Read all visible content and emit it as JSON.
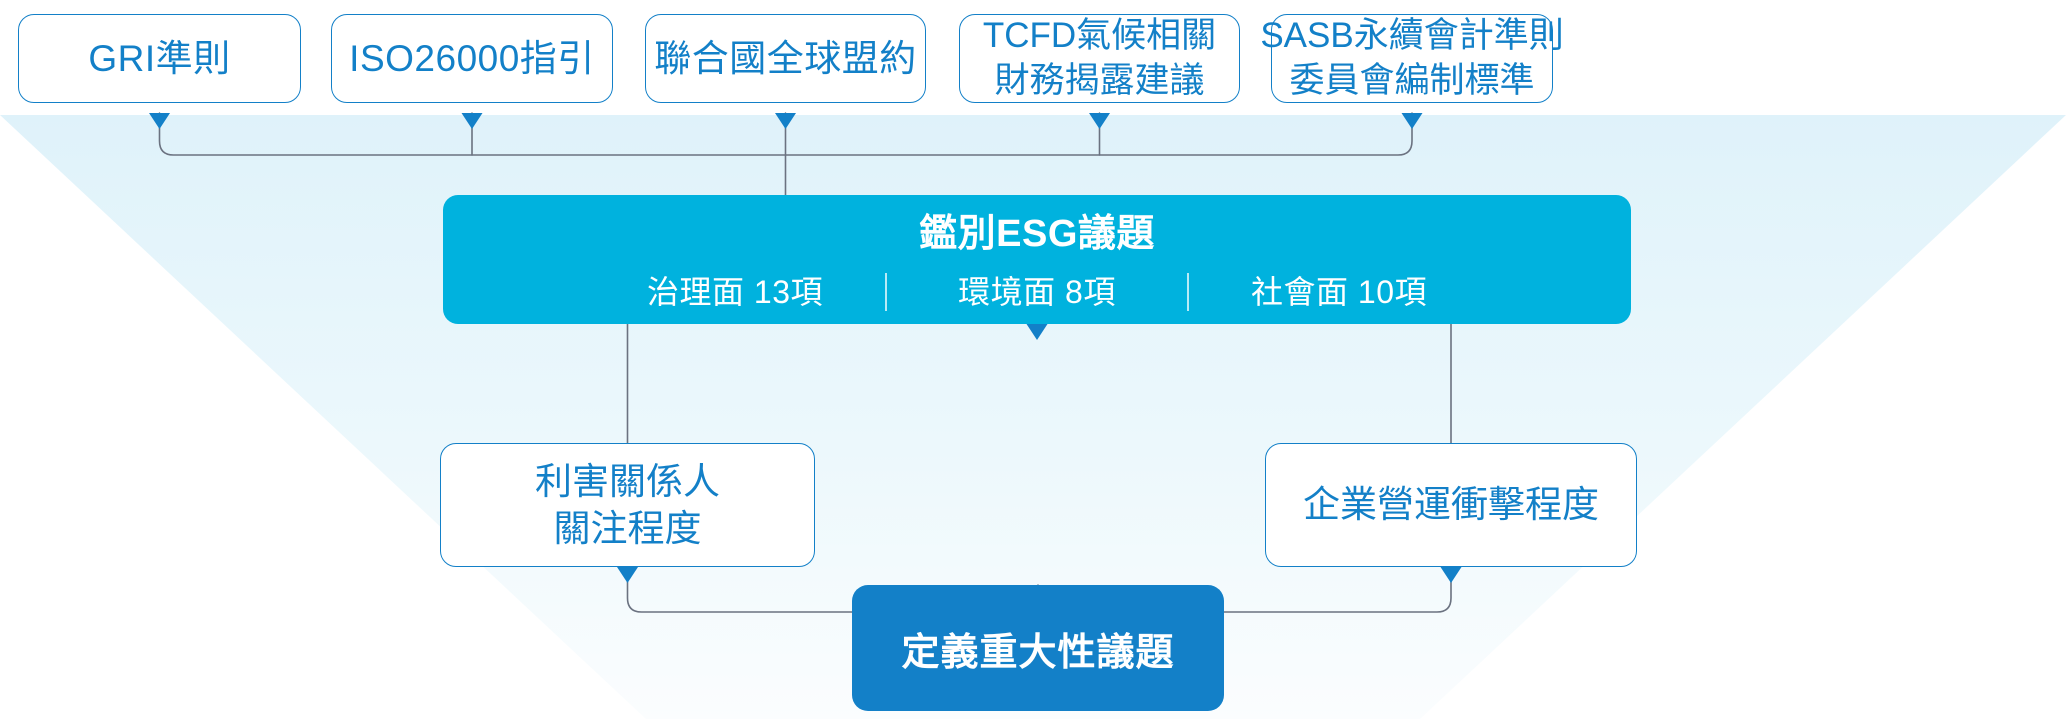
{
  "diagram": {
    "title": "ESG Materiality Assessment Flow",
    "colors": {
      "accent_cyan": "#00B2DE",
      "accent_blue": "#1380C8",
      "funnel_fill": "#E6F6FB",
      "connector_line": "#6B7280",
      "box_border": "#1380C8",
      "box_fill": "#FFFFFF",
      "text_on_fill": "#FFFFFF"
    },
    "sources": {
      "label": "reference-standards",
      "items": [
        {
          "lines": [
            "GRI準則"
          ]
        },
        {
          "lines": [
            "ISO26000指引"
          ]
        },
        {
          "lines": [
            "聯合國全球盟約"
          ]
        },
        {
          "lines": [
            "TCFD氣候相關",
            "財務揭露建議"
          ]
        },
        {
          "lines": [
            "SASB永續會計準則",
            "委員會編制標準"
          ]
        }
      ]
    },
    "identify_stage": {
      "title": "鑑別ESG議題",
      "categories": [
        {
          "name": "治理面",
          "count": "13項",
          "text": "治理面 13項"
        },
        {
          "name": "環境面",
          "count": "8項",
          "text": "環境面 8項"
        },
        {
          "name": "社會面",
          "count": "10項",
          "text": "社會面 10項"
        }
      ]
    },
    "evaluation_axes": [
      {
        "lines": [
          "利害關係人",
          "關注程度"
        ]
      },
      {
        "lines": [
          "企業營運衝擊程度"
        ]
      }
    ],
    "outcome": {
      "label": "定義重大性議題"
    }
  }
}
